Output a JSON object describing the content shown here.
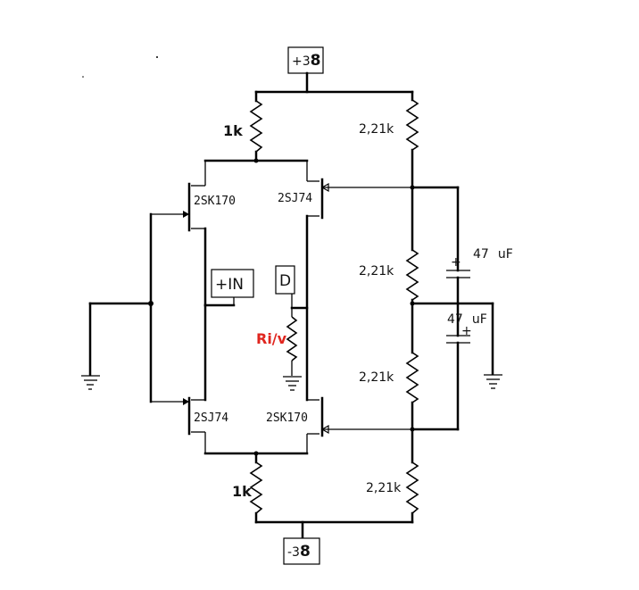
{
  "rails": {
    "positive": {
      "prefix": "+3",
      "digit": "8"
    },
    "negative": {
      "prefix": "-3",
      "digit": "8"
    }
  },
  "resistors": {
    "r_top_left": "1k",
    "r_bottom_left": "1k",
    "r_divider_1": "2,21k",
    "r_divider_2": "2,21k",
    "r_divider_3": "2,21k",
    "r_divider_4": "2,21k",
    "r_load": "Ri/v"
  },
  "capacitors": {
    "c_upper": {
      "value": "47",
      "unit": "uF"
    },
    "c_lower": {
      "value": "47",
      "unit": "uF"
    }
  },
  "transistors": {
    "q_upper_left": "2SK170",
    "q_upper_right": "2SJ74",
    "q_lower_left": "2SJ74",
    "q_lower_right": "2SK170"
  },
  "ports": {
    "input": "+IN",
    "output": "D"
  },
  "colors": {
    "ink": "#000000",
    "load_label": "#e0261f"
  }
}
